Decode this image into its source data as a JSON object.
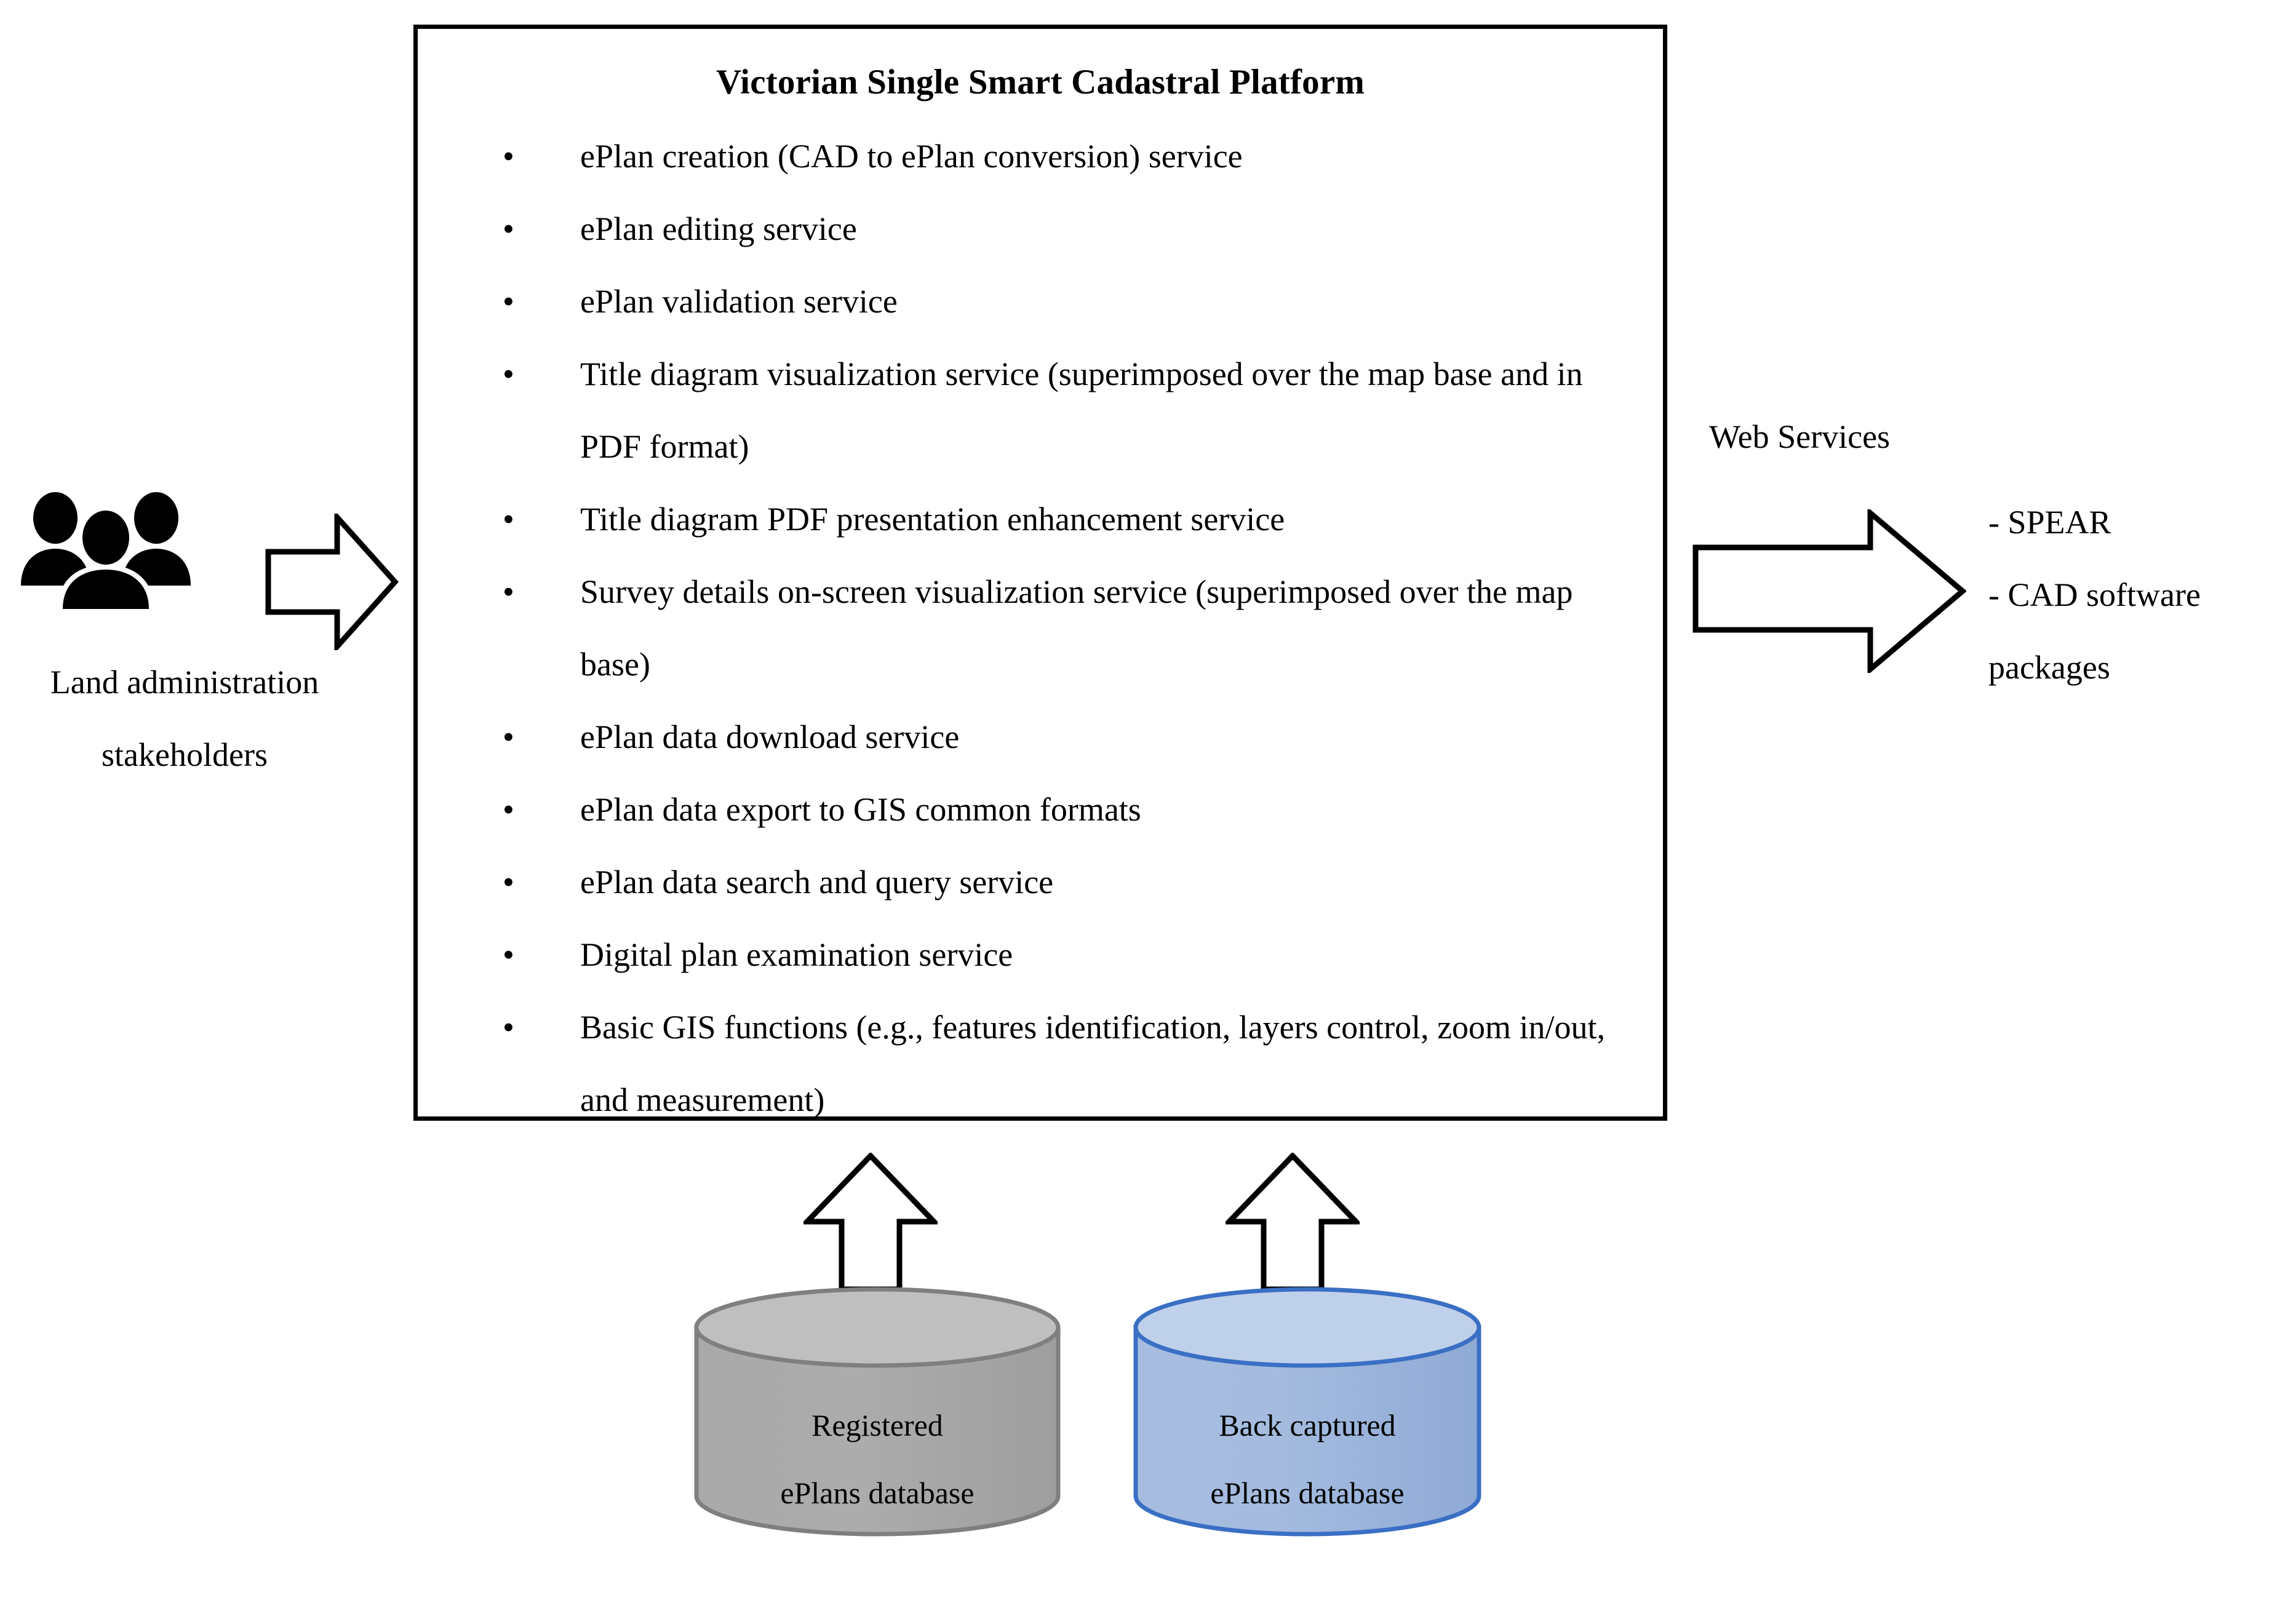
{
  "platform": {
    "title": "Victorian Single Smart Cadastral Platform",
    "bullet_glyph": "•",
    "services": [
      "ePlan creation (CAD to ePlan conversion) service",
      "ePlan editing service",
      "ePlan validation service",
      "Title diagram visualization service (superimposed over the map base and in PDF format)",
      "Title diagram PDF presentation enhancement service",
      "Survey details on-screen visualization service (superimposed over the map base)",
      "ePlan data download service",
      "ePlan data export to GIS common formats",
      "ePlan data search and query service",
      "Digital plan examination service",
      "Basic GIS functions (e.g., features identification, layers control, zoom in/out, and measurement)"
    ]
  },
  "stakeholders": {
    "icon": "people-group-icon",
    "label_line1": "Land administration",
    "label_line2": "stakeholders"
  },
  "arrows": {
    "left_input": "right-arrow-icon",
    "right_output": "right-arrow-icon",
    "up_left": "up-arrow-icon",
    "up_right": "up-arrow-icon"
  },
  "web_services": {
    "label": "Web Services",
    "consumers": [
      "-  SPEAR",
      "-  CAD  software"
    ],
    "continuation": "packages"
  },
  "databases": [
    {
      "icon": "database-cylinder-icon",
      "label_line1": "Registered",
      "label_line2": "ePlans database",
      "body_color": "#A6A6A6",
      "top_color": "#BFBFBF",
      "stroke_color": "#7F7F7F"
    },
    {
      "icon": "database-cylinder-icon",
      "label_line1": "Back captured",
      "label_line2": "ePlans database",
      "body_color": "#A0B8DC",
      "top_color": "#BFD0EA",
      "stroke_color": "#3A6FC4"
    }
  ],
  "colors": {
    "outline": "#000000",
    "background": "#FFFFFF",
    "gray_db": "#A6A6A6",
    "blue_db": "#A0B8DC"
  }
}
